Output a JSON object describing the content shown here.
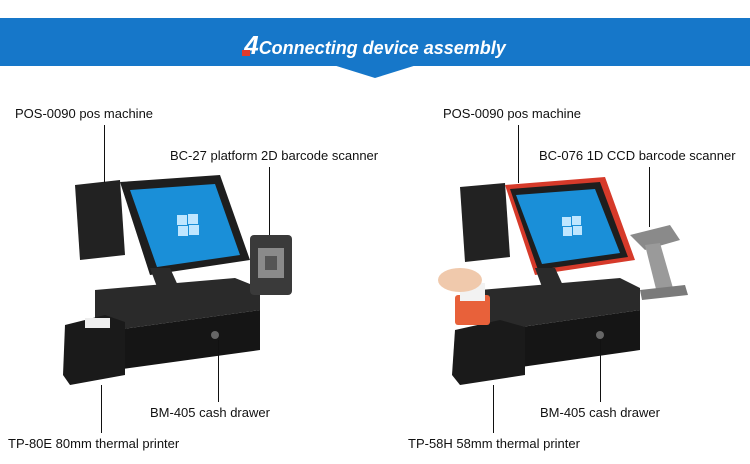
{
  "banner": {
    "number": "4",
    "title": "Connecting device assembly"
  },
  "left_setup": {
    "pos_label": "POS-0090 pos machine",
    "scanner_label": "BC-27 platform 2D barcode scanner",
    "drawer_label": "BM-405 cash drawer",
    "printer_label": "TP-80E 80mm thermal printer"
  },
  "right_setup": {
    "pos_label": "POS-0090 pos machine",
    "scanner_label": "BC-076 1D CCD barcode scanner",
    "drawer_label": "BM-405 cash drawer",
    "printer_label": "TP-58H 58mm thermal printer"
  },
  "colors": {
    "banner": "#1677c9",
    "accent_red": "#e23a2c",
    "screen_blue": "#1a8fd8"
  }
}
